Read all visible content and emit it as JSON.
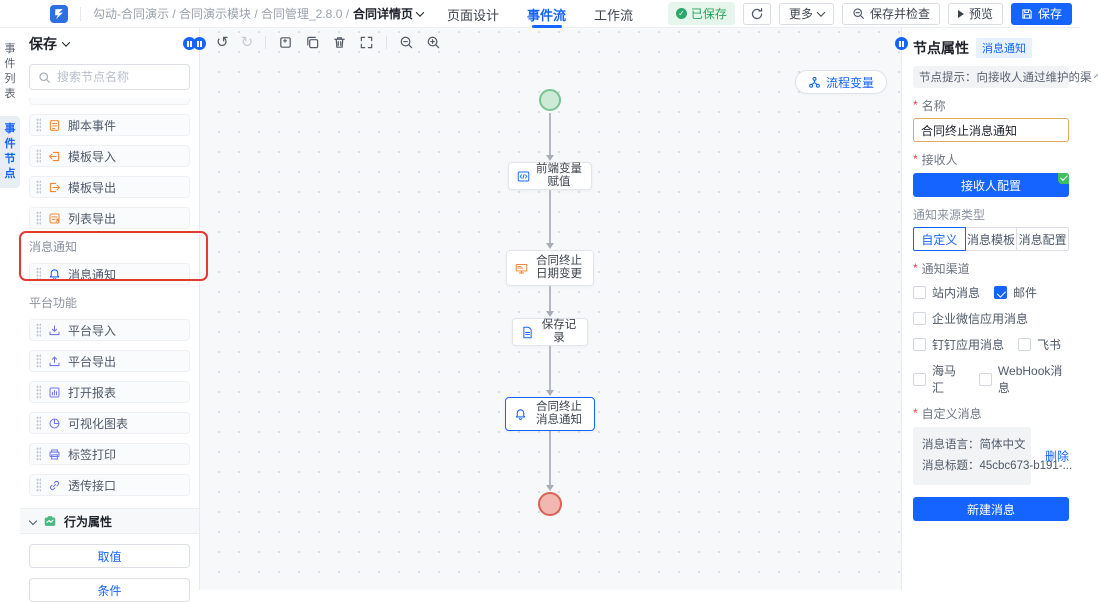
{
  "colors": {
    "primary": "#1664ff",
    "green": "#2ba76a",
    "red_annotation": "#e23a2e",
    "orange_icon": "#f08a3c",
    "purple_icon": "#6e78f0"
  },
  "topbar": {
    "breadcrumb_path": "勾动-合同演示 / 合同演示模块 / 合同管理_2.8.0 /",
    "breadcrumb_current": "合同详情页",
    "tabs": [
      {
        "label": "页面设计",
        "active": false
      },
      {
        "label": "事件流",
        "active": true
      },
      {
        "label": "工作流",
        "active": false
      }
    ],
    "saved_badge": "已保存",
    "more_label": "更多",
    "save_check_label": "保存并检查",
    "preview_label": "预览",
    "save_label": "保存"
  },
  "rail": {
    "tabs": [
      {
        "label": "事件列表",
        "active": false
      },
      {
        "label": "事件节点",
        "active": true
      }
    ]
  },
  "sidebar": {
    "title": "保存",
    "search_placeholder": "搜索节点名称",
    "top_items": [
      {
        "label": "脚本事件"
      },
      {
        "label": "模板导入"
      },
      {
        "label": "模板导出"
      },
      {
        "label": "列表导出"
      }
    ],
    "message_group": {
      "title": "消息通知",
      "items": [
        {
          "label": "消息通知"
        }
      ]
    },
    "platform_group": {
      "title": "平台功能",
      "items": [
        {
          "label": "平台导入"
        },
        {
          "label": "平台导出"
        },
        {
          "label": "打开报表"
        },
        {
          "label": "可视化图表"
        },
        {
          "label": "标签打印"
        },
        {
          "label": "透传接口"
        }
      ]
    },
    "behavior": {
      "title": "行为属性",
      "buttons": [
        {
          "label": "取值"
        },
        {
          "label": "条件"
        }
      ]
    }
  },
  "canvas": {
    "flow_vars_label": "流程变量",
    "nodes": [
      {
        "label": "前端变量赋值"
      },
      {
        "label": "合同终止日期变更"
      },
      {
        "label": "保存记录"
      },
      {
        "label": "合同终止消息通知",
        "selected": true
      }
    ]
  },
  "panel": {
    "title": "节点属性",
    "tag": "消息通知",
    "hint": "节点提示：向接收人通过维护的渠",
    "name_label": "名称",
    "name_value": "合同终止消息通知",
    "receiver_label": "接收人",
    "receiver_button": "接收人配置",
    "source_label": "通知来源类型",
    "source_tabs": [
      {
        "label": "自定义",
        "active": true
      },
      {
        "label": "消息模板",
        "active": false
      },
      {
        "label": "消息配置",
        "active": false
      }
    ],
    "channel_label": "通知渠道",
    "channels": [
      {
        "label": "站内消息",
        "checked": false
      },
      {
        "label": "邮件",
        "checked": true
      },
      {
        "label": "企业微信应用消息",
        "checked": false
      },
      {
        "label": "钉钉应用消息",
        "checked": false
      },
      {
        "label": "飞书",
        "checked": false
      },
      {
        "label": "海马汇",
        "checked": false
      },
      {
        "label": "WebHook消息",
        "checked": false
      }
    ],
    "custom_label": "自定义消息",
    "msg_lang_line": "消息语言：简体中文",
    "msg_title_line": "消息标题：45cbc673-b191-...",
    "delete_label": "删除",
    "new_message_button": "新建消息"
  }
}
